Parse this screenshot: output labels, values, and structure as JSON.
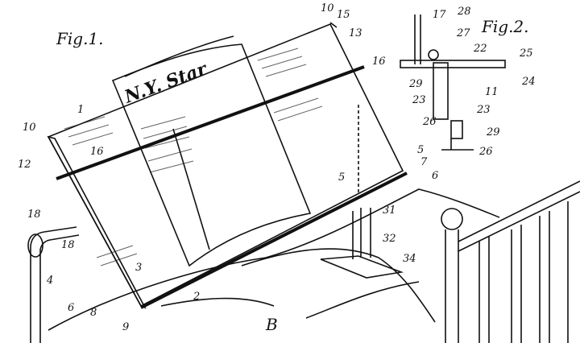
{
  "figures": {
    "fig1_title": "Fig.1.",
    "fig2_title": "Fig.2.",
    "newspaper_masthead": "N.Y. Star"
  },
  "labels_fig1": [
    "10",
    "15",
    "13",
    "16",
    "1",
    "10",
    "12",
    "16",
    "5",
    "7",
    "6",
    "5",
    "18",
    "18",
    "31",
    "32",
    "34",
    "4",
    "6",
    "8",
    "9",
    "3",
    "2",
    "B"
  ],
  "labels_fig2": [
    "17",
    "28",
    "27",
    "22",
    "25",
    "29",
    "23",
    "24",
    "11",
    "23",
    "29",
    "26",
    "26"
  ]
}
